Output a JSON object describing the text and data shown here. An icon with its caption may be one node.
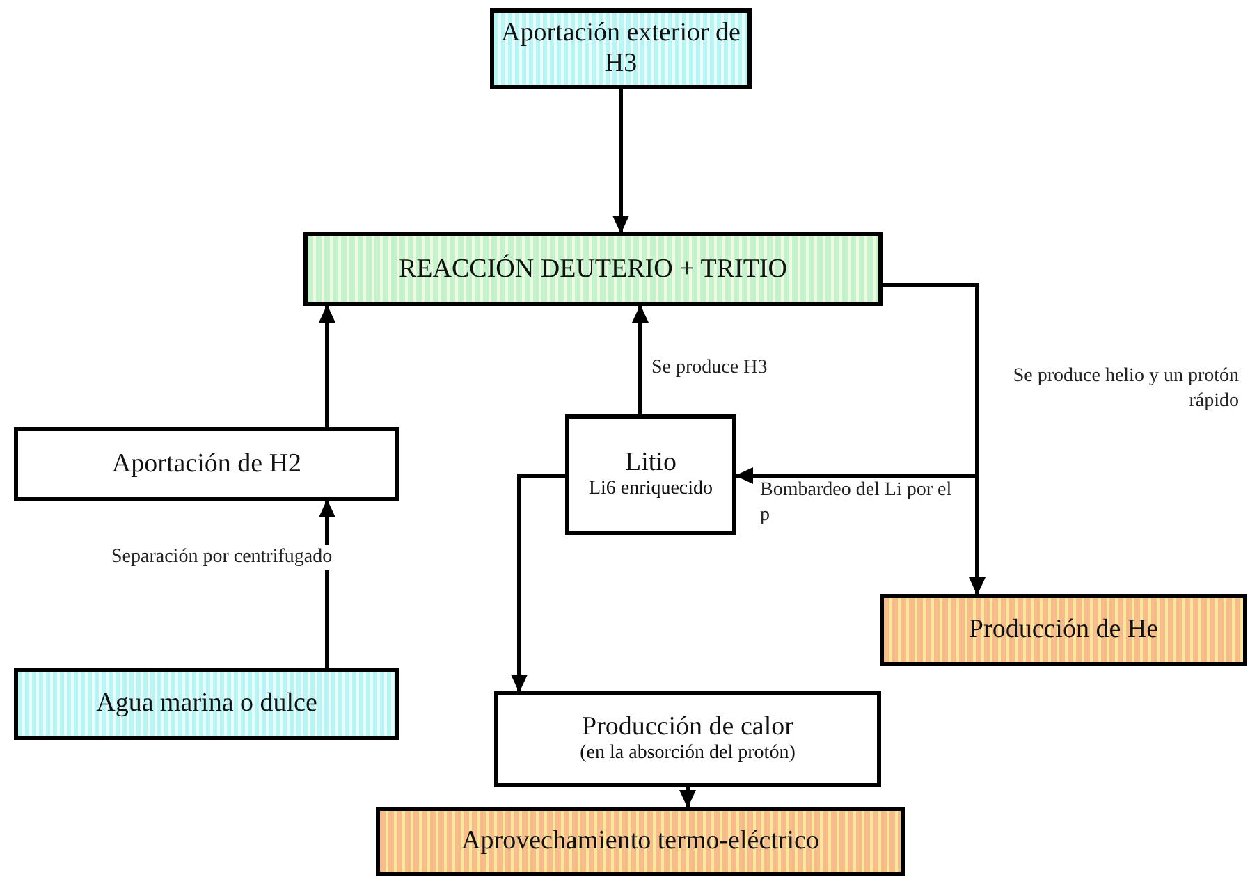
{
  "diagram": {
    "nodes": [
      {
        "text": [
          "Aportación exterior de H3"
        ]
      },
      {
        "text": [
          "REACCIÓN DEUTERIO + TRITIO"
        ]
      },
      {
        "text": [
          "Aportación de H2"
        ]
      },
      {
        "text": [
          "Litio",
          "Li6 enriquecido"
        ]
      },
      {
        "text": [
          "Producción de He"
        ]
      },
      {
        "text": [
          "Agua marina o dulce"
        ]
      },
      {
        "text": [
          "Producción de calor",
          "(en la absorción del protón)"
        ]
      },
      {
        "text": [
          "Aprovechamiento termo-eléctrico"
        ]
      }
    ],
    "edges": [
      {
        "from": 0,
        "to": 1,
        "arrow": "to"
      },
      {
        "from": 2,
        "to": 1,
        "arrow": "to"
      },
      {
        "from": 3,
        "to": 1,
        "arrow": "to",
        "label": "Se produce H3"
      },
      {
        "from": 5,
        "to": 2,
        "arrow": "to",
        "label": "Separación por centrifugado"
      },
      {
        "from": 1,
        "to": 4,
        "arrow": "to",
        "label": "Se produce helio y un protón rápido"
      },
      {
        "from": 1,
        "to": 3,
        "arrow": "to",
        "label": "Bombardeo del Li por el p"
      },
      {
        "from": 3,
        "to": 6,
        "arrow": "to"
      },
      {
        "from": 6,
        "to": 7,
        "arrow": "to"
      }
    ]
  }
}
